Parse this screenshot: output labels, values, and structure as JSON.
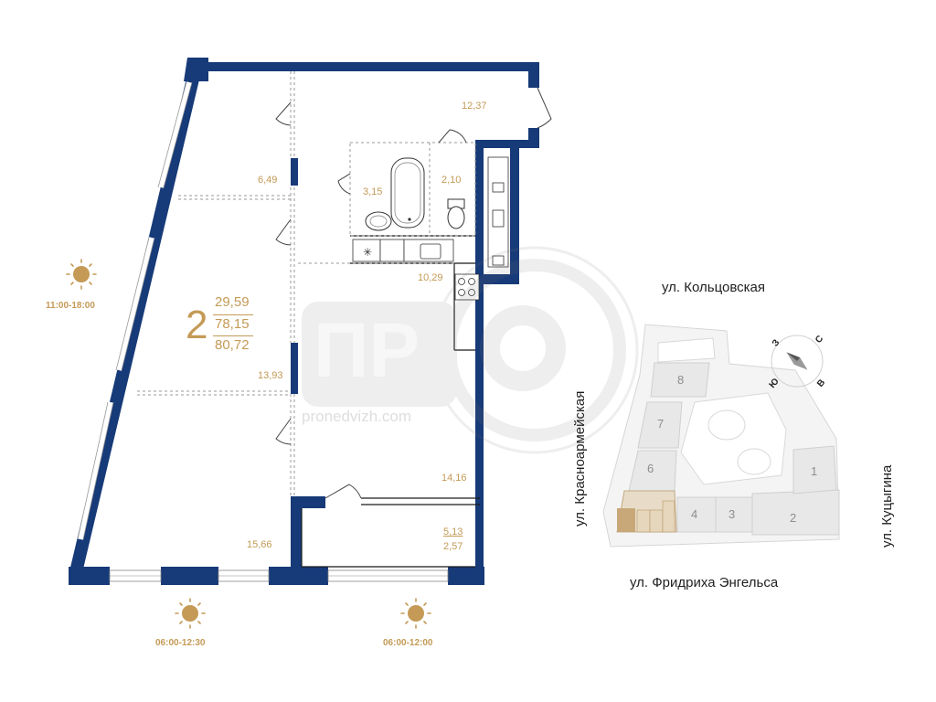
{
  "colors": {
    "wall": "#173a78",
    "accent": "#c49a56",
    "site_grey": "#e8e8e8",
    "unit_fill": "#c8a878"
  },
  "apartment": {
    "rooms": "2",
    "living_area": "29,59",
    "total_area": "78,15",
    "total_with_balcony": "80,72"
  },
  "room_areas": [
    "12,37",
    "6,49",
    "3,15",
    "2,10",
    "10,29",
    "13,93",
    "14,16",
    "15,66"
  ],
  "balcony": {
    "area": "5,13",
    "area_reduced": "2,57"
  },
  "sun": {
    "left": {
      "time": "11:00-18:00",
      "icon": "sun-icon"
    },
    "bottom_left": {
      "time": "06:00-12:30",
      "icon": "sun-icon"
    },
    "bottom_right": {
      "time": "06:00-12:00",
      "icon": "sun-icon"
    }
  },
  "watermark": {
    "logo_text": "ПР",
    "site": "pronedvizh.com"
  },
  "site_plan": {
    "streets": {
      "north": "ул. Кольцовская",
      "west": "ул. Красноармейская",
      "south": "ул. Фридриха Энгельса",
      "east": "ул. Куцыгина"
    },
    "buildings": [
      "8",
      "7",
      "6",
      "4",
      "3",
      "2",
      "1"
    ],
    "compass": {
      "n": "С",
      "s": "Ю",
      "e": "В",
      "w": "З"
    }
  }
}
